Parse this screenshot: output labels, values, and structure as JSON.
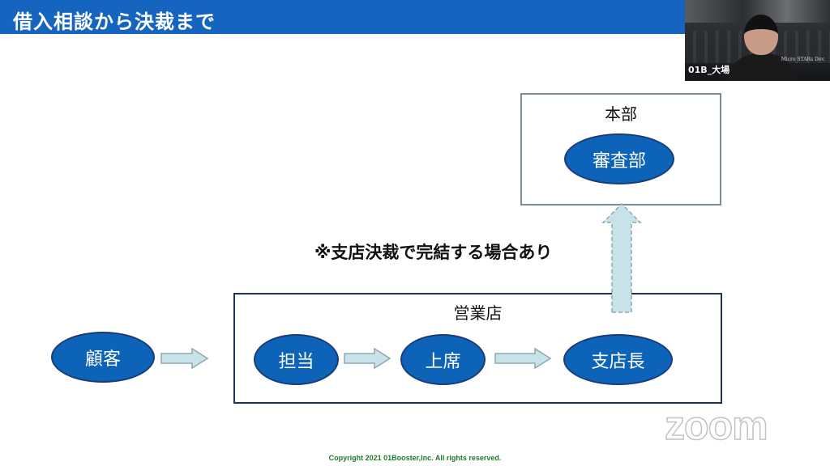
{
  "slide": {
    "title": "借入相談から決裁まで",
    "footer": "Copyright 2021 01Booster,Inc.  All rights reserved.",
    "note": "※支店決裁で完結する場合あり"
  },
  "diagram": {
    "headquarters": {
      "label": "本部",
      "node": "審査部"
    },
    "branch": {
      "label": "営業店",
      "nodes": [
        "担当",
        "上席",
        "支店長"
      ]
    },
    "customer": "顧客"
  },
  "webcam": {
    "participant_name": "01B_大場",
    "background_brand": "Micro STARs Dev."
  },
  "watermark": {
    "text": "zoom"
  },
  "colors": {
    "title_bar": "#1565c0",
    "node_fill": "#0d63b8",
    "arrow_fill": "#c8e2ea",
    "footer_text": "#1e7a2a"
  }
}
